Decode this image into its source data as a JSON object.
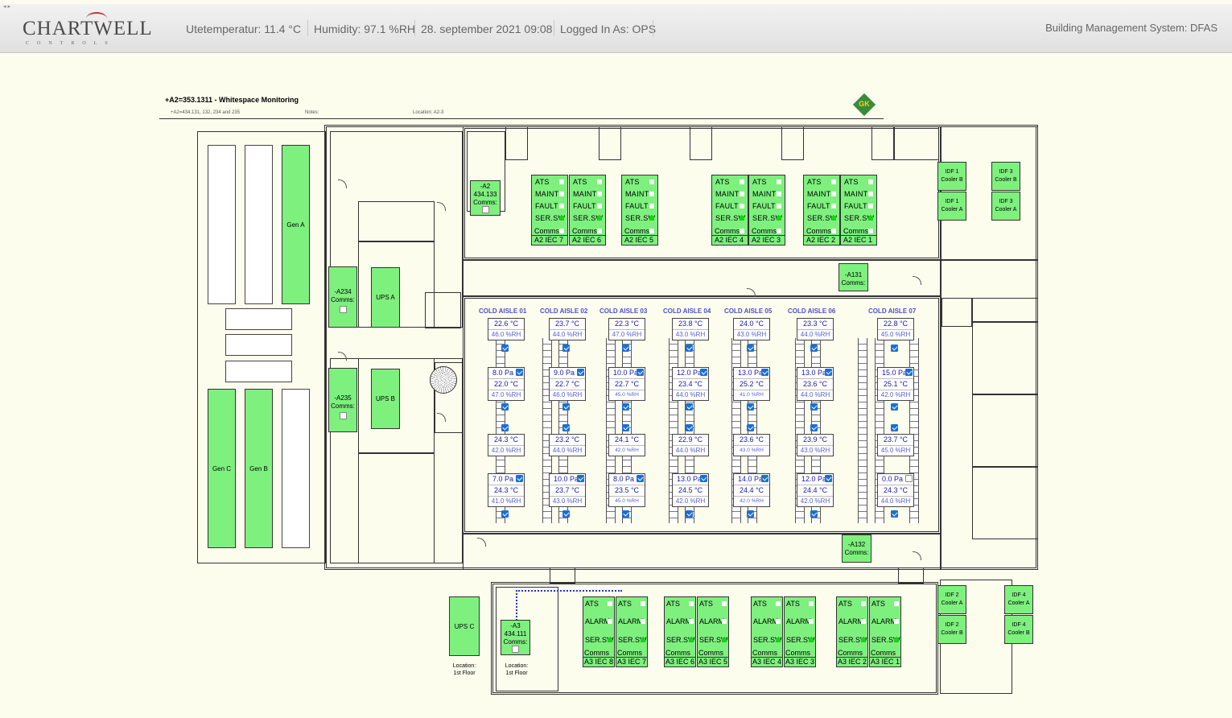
{
  "header": {
    "logo_main": "CHARTWELL",
    "logo_sub": "CONTROLS",
    "outdoor_temp": "Utetemperatur: 11.4 °C",
    "humidity": "Humidity: 97.1 %RH",
    "datetime": "28. september 2021 09:08",
    "logged_in": "Logged In As: OPS",
    "system": "Building Management System: DFAS"
  },
  "plan": {
    "title": "+A2=353.1311 - Whitespace Monitoring",
    "subtitle": "+A2=434.131, 132, 234 and 235",
    "notes": "Notes:",
    "location": "Location: A2-3",
    "gk_logo": "GK"
  },
  "generators": {
    "gen_a": "Gen A",
    "gen_b": "Gen B",
    "gen_c": "Gen C"
  },
  "ups": {
    "ups_a": "UPS A",
    "ups_b": "UPS B",
    "ups_c": "UPS C"
  },
  "comms_boxes": {
    "a2": [
      "-A2",
      "434.133",
      "Comms:"
    ],
    "a234": [
      "-A234",
      "Comms:"
    ],
    "a235": [
      "-A235",
      "Comms:"
    ],
    "a131": [
      "-A131",
      "Comms:"
    ],
    "a132": [
      "-A132",
      "Comms:"
    ],
    "a3": [
      "-A3",
      "434.111",
      "Comms:"
    ]
  },
  "idf": {
    "idf1b": [
      "IDF 1",
      "Cooler B"
    ],
    "idf1a": [
      "IDF 1",
      "Cooler A"
    ],
    "idf3b": [
      "IDF 3",
      "Cooler B"
    ],
    "idf3a": [
      "IDF 3",
      "Cooler A"
    ],
    "idf2a": [
      "IDF 2",
      "Cooler A"
    ],
    "idf2b": [
      "IDF 2",
      "Cooler B"
    ],
    "idf4a": [
      "IDF 4",
      "Cooler A"
    ],
    "idf4b": [
      "IDF 4",
      "Cooler B"
    ]
  },
  "a2_iec_rows": [
    "ATS",
    "MAINT",
    "FAULT",
    "SER.SW"
  ],
  "a2_iec": [
    {
      "label": "A2 IEC 7",
      "comms": "Comms"
    },
    {
      "label": "A2 IEC 6",
      "comms": "Comms"
    },
    {
      "label": "A2 IEC 5",
      "comms": "Comms"
    },
    {
      "label": "A2 IEC 4",
      "comms": "Comms"
    },
    {
      "label": "A2 IEC 3",
      "comms": "Comms"
    },
    {
      "label": "A2 IEC 2",
      "comms": "Comms"
    },
    {
      "label": "A2 IEC 1",
      "comms": "Comms"
    }
  ],
  "a3_iec_rows": [
    "ATS",
    "ALARM",
    "SER.SW"
  ],
  "a3_iec": [
    {
      "label": "A3 IEC 8",
      "comms": "Comms"
    },
    {
      "label": "A3 IEC 7",
      "comms": "Comms"
    },
    {
      "label": "A3 IEC 6",
      "comms": "Comms"
    },
    {
      "label": "A3 IEC 5",
      "comms": "Comms"
    },
    {
      "label": "A3 IEC 4",
      "comms": "Comms"
    },
    {
      "label": "A3 IEC 3",
      "comms": "Comms"
    },
    {
      "label": "A3 IEC 2",
      "comms": "Comms"
    },
    {
      "label": "A3 IEC 1",
      "comms": "Comms"
    }
  ],
  "ups_c_location": [
    "Location:",
    "1st Floor"
  ],
  "a3_location": [
    "Location:",
    "1st Floor"
  ],
  "aisles": [
    {
      "name": "COLD AISLE 01",
      "s1": [
        "22.6 °C",
        "46.0 %RH"
      ],
      "p1": "8.0 Pa",
      "s2": [
        "22.0 °C",
        "47.0 %RH"
      ],
      "s3": [
        "24.3 °C",
        "42.0 %RH"
      ],
      "p2": "7.0 Pa",
      "s4": [
        "24.3 °C",
        "41.0 %RH"
      ],
      "p2_checked": true
    },
    {
      "name": "COLD AISLE 02",
      "s1": [
        "23.7 °C",
        "44.0 %RH"
      ],
      "p1": "9.0 Pa",
      "s2": [
        "22.7 °C",
        "46.0 %RH"
      ],
      "s3": [
        "23.2 °C",
        "44.0 %RH"
      ],
      "p2": "10.0 Pa",
      "s4": [
        "23.7 °C",
        "43.0 %RH"
      ],
      "p2_checked": true
    },
    {
      "name": "COLD AISLE 03",
      "s1": [
        "22.3 °C",
        "47.0 %RH"
      ],
      "p1": "10.0 Pa",
      "s2": [
        "22.7 °C",
        "45.0 %RH"
      ],
      "s3": [
        "24.1 °C",
        "42.0 %RH"
      ],
      "p2": "8.0 Pa",
      "s4": [
        "23.5 °C",
        "45.0 %RH"
      ],
      "p2_checked": true
    },
    {
      "name": "COLD AISLE 04",
      "s1": [
        "23.8 °C",
        "43.0 %RH"
      ],
      "p1": "12.0 Pa",
      "s2": [
        "23.4 °C",
        "44.0 %RH"
      ],
      "s3": [
        "22.9 °C",
        "44.0 %RH"
      ],
      "p2": "13.0 Pa",
      "s4": [
        "24.5 °C",
        "42.0 %RH"
      ],
      "p2_checked": true
    },
    {
      "name": "COLD AISLE 05",
      "s1": [
        "24.0 °C",
        "43.0 %RH"
      ],
      "p1": "13.0 Pa",
      "s2": [
        "25.2 °C",
        "41.0 %RH"
      ],
      "s3": [
        "23.6 °C",
        "43.0 %RH"
      ],
      "p2": "14.0 Pa",
      "s4": [
        "24.4 °C",
        "42.0 %RH"
      ],
      "p2_checked": true
    },
    {
      "name": "COLD AISLE 06",
      "s1": [
        "23.3 °C",
        "44.0 %RH"
      ],
      "p1": "13.0 Pa",
      "s2": [
        "23.6 °C",
        "44.0 %RH"
      ],
      "s3": [
        "23.9 °C",
        "43.0 %RH"
      ],
      "p2": "12.0 Pa",
      "s4": [
        "24.4 °C",
        "42.0 %RH"
      ],
      "p2_checked": true
    },
    {
      "name": "COLD AISLE 07",
      "s1": [
        "22.8 °C",
        "45.0 %RH"
      ],
      "p1": "15.0 Pa",
      "s2": [
        "25.1 °C",
        "42.0 %RH"
      ],
      "s3": [
        "23.7 °C",
        "45.0 %RH"
      ],
      "p2": "0.0 Pa",
      "s4": [
        "24.3 °C",
        "44.0 %RH"
      ],
      "p2_checked": false
    }
  ],
  "colors": {
    "green": "#7ef07e",
    "indicator_green": "#1bd01b",
    "checkbox_blue": "#1b6fd4",
    "aisle_title": "#4a50c8"
  }
}
